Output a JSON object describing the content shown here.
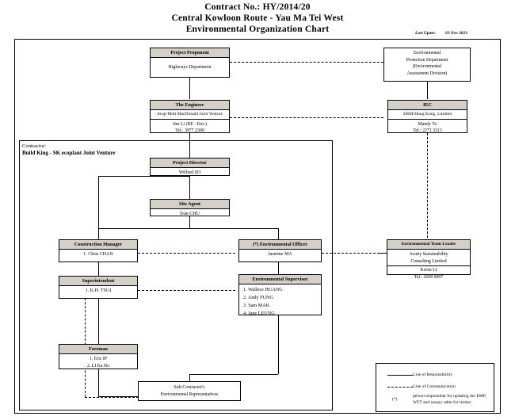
{
  "title": {
    "line1": "Contract No.: HY/2014/20",
    "line2": "Central Kowloon Route - Yau Ma Tei West",
    "line3": "Environmental Organization Chart"
  },
  "last_update": {
    "label": "Last Upate:",
    "value": "03 Nov 2023"
  },
  "contractor": {
    "label": "Contractor:",
    "name": "Build King - SK ecoplant Joint Venture"
  },
  "boxes": {
    "project_proponent": {
      "header": "Project Proponent",
      "body": "Highways Department"
    },
    "epd": {
      "line1": "Environmental",
      "line2": "Protection Department",
      "line3": "(Environmental",
      "line4": "Assessment Division)"
    },
    "engineer": {
      "header": "The Engineer",
      "row1": "Arup-Mott MacDonald Joint Venture",
      "row2": "Jim Li (RE - Env.)",
      "row3": "Tel.: 3977 2300"
    },
    "iec": {
      "header": "IEC",
      "row1": "ERM-Hong Kong, Limited",
      "row2": "Mandy To",
      "row3": "Tel.: 2271 3313"
    },
    "project_director": {
      "header": "Project Director",
      "body": "Wilfred SO"
    },
    "site_agent": {
      "header": "Site Agent",
      "body": "Ivan CHU"
    },
    "construction_manager": {
      "header": "Construction Manager",
      "body": "1. Chris CHAN"
    },
    "environmental_officer": {
      "header": "(*) Environmental Officer",
      "body": "Jasmine MA"
    },
    "environmental_team_leader": {
      "header": "Environmental Team Leader",
      "row1": "Acuity Sustainability",
      "row2": "Consulting Limited",
      "row3": "Kevin LI",
      "row4": "Tel.: 2698 9097"
    },
    "superintendent": {
      "header": "Superintendent",
      "body": "1. K.H. TSUI"
    },
    "environmental_supervisor": {
      "header": "Environmental Supervisor",
      "items": [
        "1. Wallece HUANG",
        "2. Andy FUNG",
        "3. Sam MAK",
        "4. Jane LEUNG"
      ]
    },
    "foreman": {
      "header": "Foreman",
      "item1": "1. Eric IP",
      "item2": "2. LI Ka Ho"
    },
    "subcontractor": {
      "line1": "Sub-Contractor's",
      "line2": "Environmental Representatives"
    }
  },
  "legend": {
    "responsibility": "Line of Responsibility",
    "communication": "Line of Communication",
    "asterisk": "(*)",
    "note": "person responsible for updating the EMP, WFT and sunary table for timber"
  }
}
